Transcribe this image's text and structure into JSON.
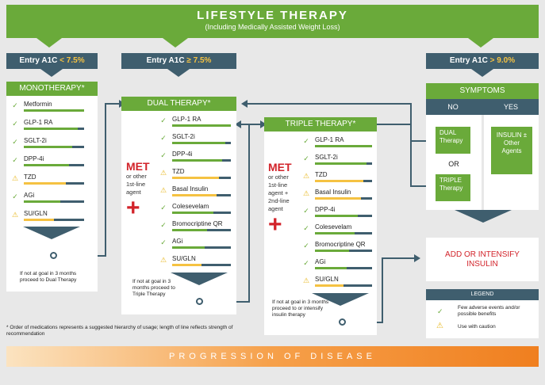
{
  "banner": {
    "title": "LIFESTYLE THERAPY",
    "subtitle": "(Including Medically Assisted Weight Loss)"
  },
  "entries": {
    "low": {
      "prefix": "Entry A1C ",
      "value": "< 7.5%"
    },
    "mid": {
      "prefix": "Entry A1C ",
      "value": "≥ 7.5%"
    },
    "high": {
      "prefix": "Entry A1C ",
      "value": "> 9.0%"
    }
  },
  "mono": {
    "title": "MONOTHERAPY*",
    "items": [
      {
        "label": "Metformin",
        "icon": "check",
        "strength": 1.0
      },
      {
        "label": "GLP-1 RA",
        "icon": "check",
        "strength": 0.9
      },
      {
        "label": "SGLT-2i",
        "icon": "check",
        "strength": 0.8
      },
      {
        "label": "DPP-4i",
        "icon": "check",
        "strength": 0.75
      },
      {
        "label": "TZD",
        "icon": "warning",
        "strength": 0.7
      },
      {
        "label": "AGi",
        "icon": "check",
        "strength": 0.6
      },
      {
        "label": "SU/GLN",
        "icon": "warning",
        "strength": 0.5
      }
    ],
    "note": "If not at goal in 3 months proceed to Dual Therapy"
  },
  "dual": {
    "title": "DUAL THERAPY*",
    "met": "MET",
    "met_sub": "or other 1st-line agent",
    "plus": "+",
    "items": [
      {
        "label": "GLP-1 RA",
        "icon": "check",
        "strength": 1.0
      },
      {
        "label": "SGLT-2i",
        "icon": "check",
        "strength": 0.9
      },
      {
        "label": "DPP-4i",
        "icon": "check",
        "strength": 0.85
      },
      {
        "label": "TZD",
        "icon": "warning",
        "strength": 0.8
      },
      {
        "label": "Basal Insulin",
        "icon": "warning",
        "strength": 0.75
      },
      {
        "label": "Colesevelam",
        "icon": "check",
        "strength": 0.7
      },
      {
        "label": "Bromocriptine QR",
        "icon": "check",
        "strength": 0.6
      },
      {
        "label": "AGi",
        "icon": "check",
        "strength": 0.55
      },
      {
        "label": "SU/GLN",
        "icon": "warning",
        "strength": 0.5
      }
    ],
    "note": "If not at goal in 3 months proceed to Triple Therapy"
  },
  "triple": {
    "title": "TRIPLE THERAPY*",
    "met": "MET",
    "met_sub": "or other 1st-line agent + 2nd-line agent",
    "plus": "+",
    "items": [
      {
        "label": "GLP-1 RA",
        "icon": "check",
        "strength": 1.0
      },
      {
        "label": "SGLT-2i",
        "icon": "check",
        "strength": 0.9
      },
      {
        "label": "TZD",
        "icon": "warning",
        "strength": 0.85
      },
      {
        "label": "Basal Insulin",
        "icon": "warning",
        "strength": 0.8
      },
      {
        "label": "DPP-4i",
        "icon": "check",
        "strength": 0.75
      },
      {
        "label": "Colesevelam",
        "icon": "check",
        "strength": 0.7
      },
      {
        "label": "Bromocriptine QR",
        "icon": "check",
        "strength": 0.6
      },
      {
        "label": "AGi",
        "icon": "check",
        "strength": 0.55
      },
      {
        "label": "SU/GLN",
        "icon": "warning",
        "strength": 0.5
      }
    ],
    "note": "If not at goal in 3 months proceed to or intensify insulin therapy"
  },
  "symptoms": {
    "title": "SYMPTOMS",
    "no": "NO",
    "yes": "YES",
    "dual": "DUAL Therapy",
    "or": "OR",
    "triple": "TRIPLE Therapy",
    "insulin": "INSULIN ± Other Agents"
  },
  "intensify": "ADD OR INTENSIFY INSULIN",
  "legend": {
    "title": "LEGEND",
    "check_text": "Few adverse events and/or possible benefits",
    "warn_text": "Use with caution"
  },
  "footnote": "* Order of medications represents a suggested hierarchy of usage; length of line reflects strength of recommendation",
  "progression": "PROGRESSION OF DISEASE",
  "colors": {
    "green": "#6aaa3a",
    "slate": "#3f5e6e",
    "yellow": "#f5c242",
    "red": "#d2232a",
    "orange": "#f07f1f"
  }
}
